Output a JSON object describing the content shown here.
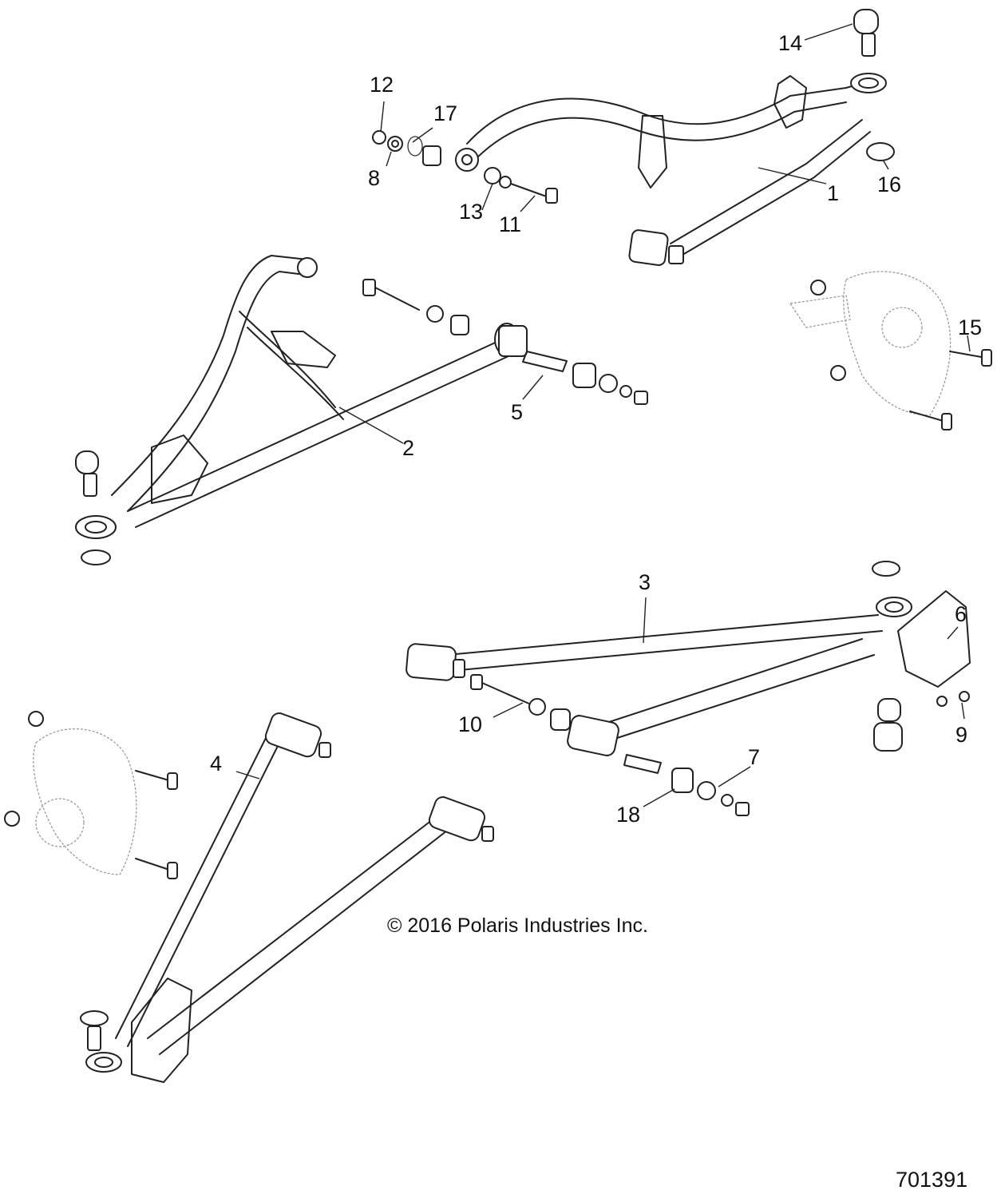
{
  "diagram": {
    "callouts": [
      {
        "id": "c1",
        "label": "1"
      },
      {
        "id": "c2",
        "label": "2"
      },
      {
        "id": "c3",
        "label": "3"
      },
      {
        "id": "c4",
        "label": "4"
      },
      {
        "id": "c5",
        "label": "5"
      },
      {
        "id": "c6",
        "label": "6"
      },
      {
        "id": "c7",
        "label": "7"
      },
      {
        "id": "c8",
        "label": "8"
      },
      {
        "id": "c9",
        "label": "9"
      },
      {
        "id": "c10",
        "label": "10"
      },
      {
        "id": "c11",
        "label": "11"
      },
      {
        "id": "c12",
        "label": "12"
      },
      {
        "id": "c13",
        "label": "13"
      },
      {
        "id": "c14",
        "label": "14"
      },
      {
        "id": "c15",
        "label": "15"
      },
      {
        "id": "c16",
        "label": "16"
      },
      {
        "id": "c17",
        "label": "17"
      },
      {
        "id": "c18",
        "label": "18"
      }
    ],
    "copyright": "© 2016 Polaris Industries Inc.",
    "drawing_number": "701391"
  }
}
